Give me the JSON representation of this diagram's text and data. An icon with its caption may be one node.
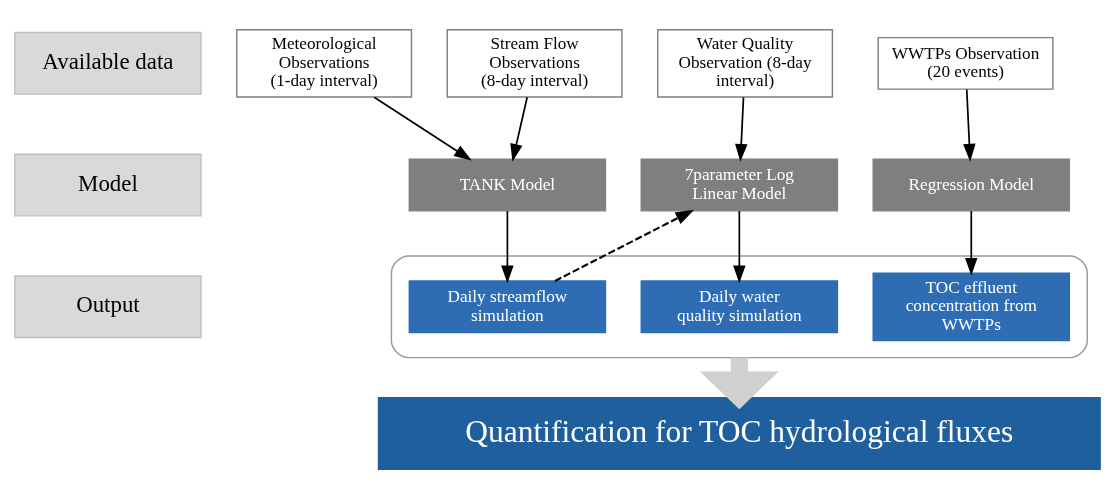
{
  "diagram": {
    "nodes": [
      {
        "text": [
          "Available data"
        ]
      },
      {
        "text": [
          "Model"
        ]
      },
      {
        "text": [
          "Output"
        ]
      },
      {
        "text": [
          "Meteorological Observations (1-day interval)"
        ]
      },
      {
        "text": [
          "Stream Flow Observations (8-day interval)"
        ]
      },
      {
        "text": [
          "Water Quality Observation (8-day interval)"
        ]
      },
      {
        "text": [
          "WWTPs Observation (20 events)"
        ]
      },
      {
        "text": [
          "TANK Model"
        ]
      },
      {
        "text": [
          "7parameter Log Linear Model"
        ]
      },
      {
        "text": [
          "Regression Model"
        ]
      },
      {
        "text": [],
        "shape": "box"
      },
      {
        "text": [
          "Daily streamflow simulation"
        ],
        "in": 10
      },
      {
        "text": [
          "Daily water quality simulation"
        ],
        "in": 10
      },
      {
        "text": [
          "TOC effluent concentration from WWTPs"
        ],
        "in": 10
      },
      {
        "text": [
          "Quantification for TOC hydrological fluxes"
        ]
      }
    ],
    "edges": [
      {
        "from": 3,
        "to": 7,
        "arrow": "to"
      },
      {
        "from": 4,
        "to": 7,
        "arrow": "to"
      },
      {
        "from": 5,
        "to": 8,
        "arrow": "to"
      },
      {
        "from": 6,
        "to": 9,
        "arrow": "to"
      },
      {
        "from": 7,
        "to": 11,
        "arrow": "to"
      },
      {
        "from": 8,
        "to": 12,
        "arrow": "to"
      },
      {
        "from": 9,
        "to": 13,
        "arrow": "to"
      },
      {
        "from": 11,
        "to": 8,
        "arrow": "to",
        "style": "dashed"
      },
      {
        "from": 10,
        "to": 14,
        "arrow": "to",
        "style": "thick",
        "color": "#d0d0d0"
      }
    ]
  }
}
